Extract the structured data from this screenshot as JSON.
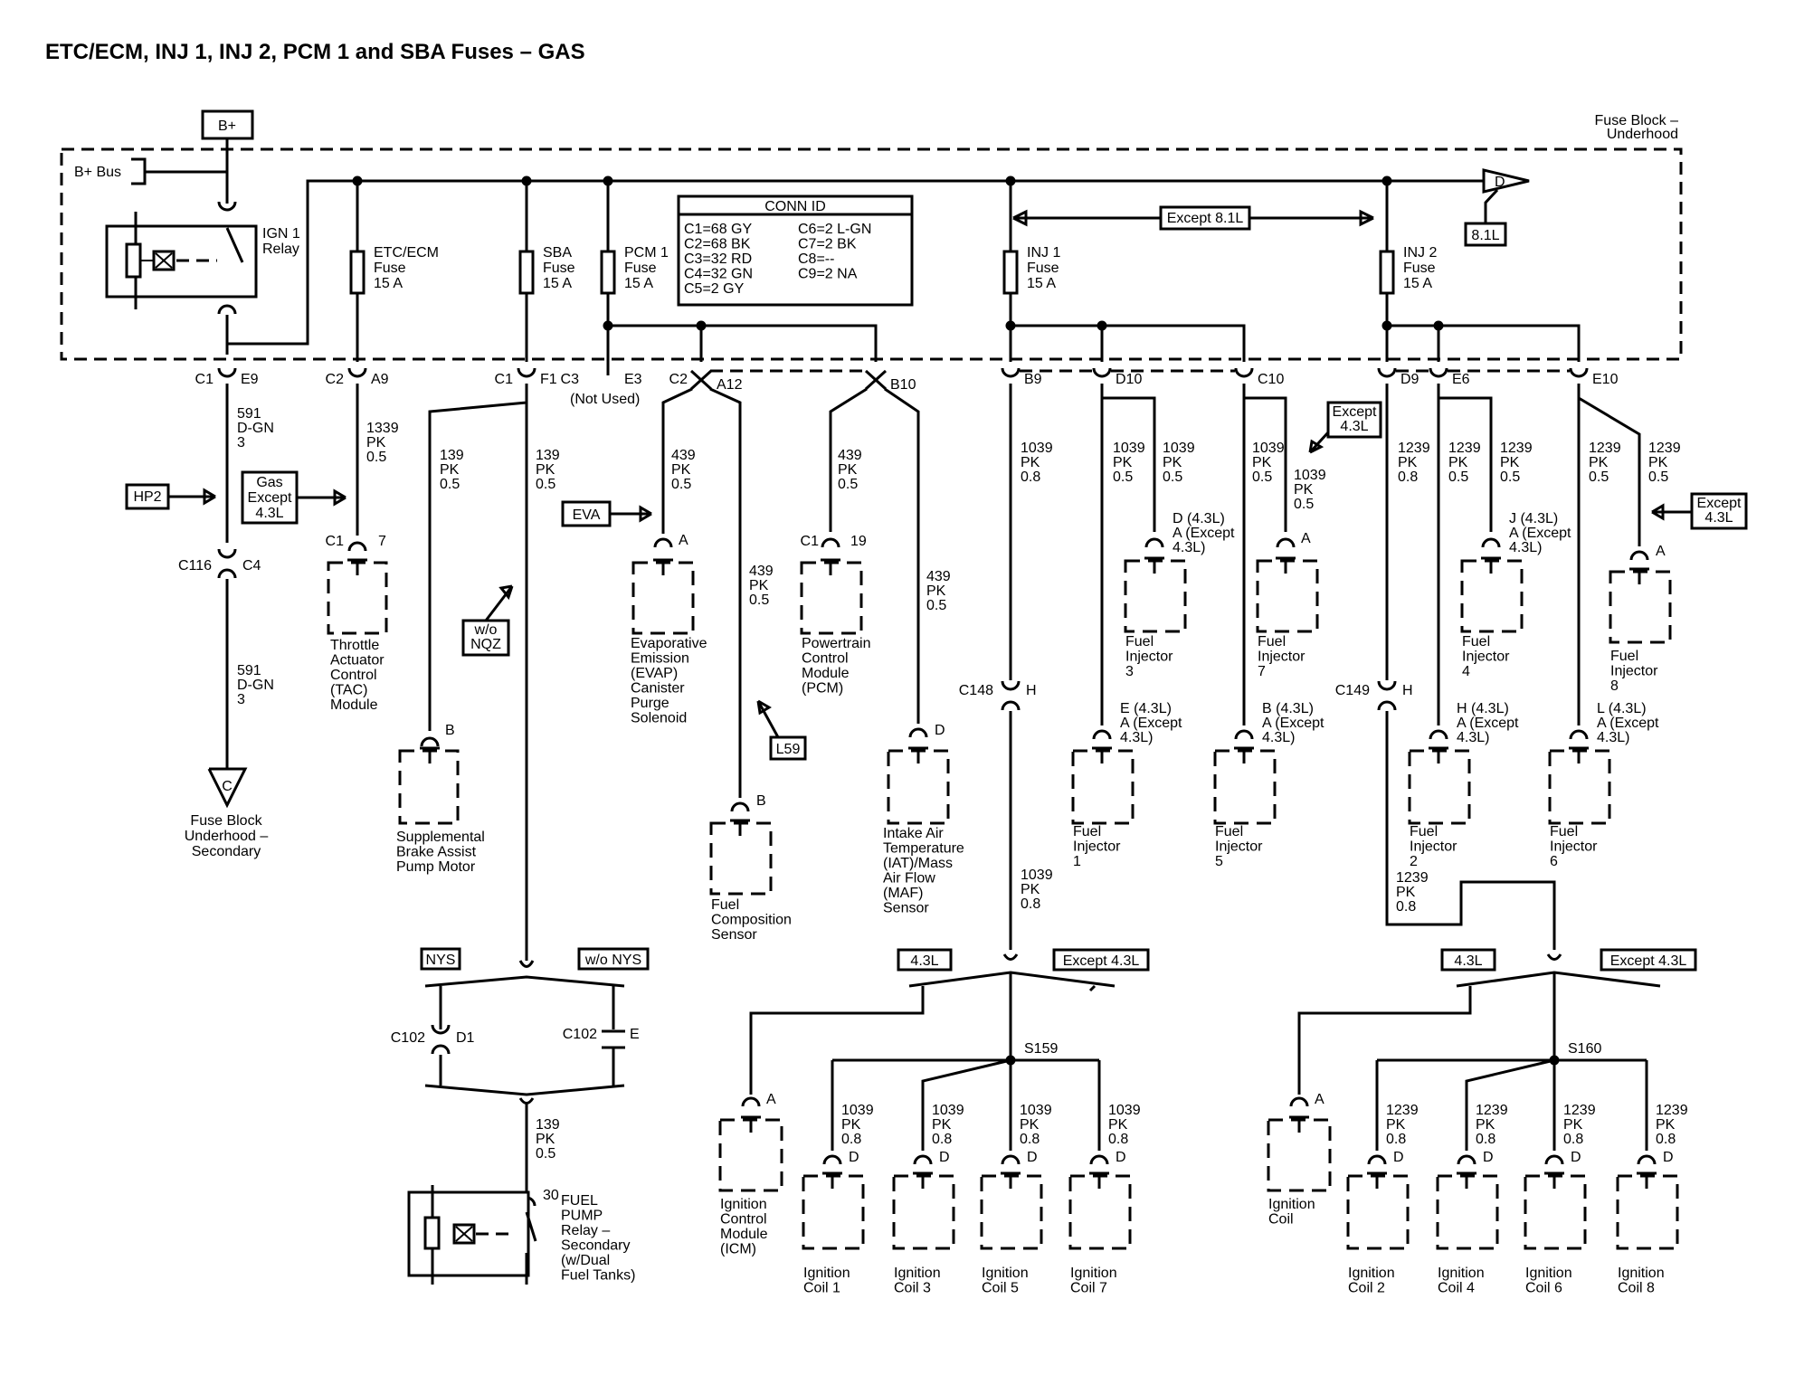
{
  "title": "ETC/ECM, INJ 1, INJ 2, PCM 1 and SBA Fuses – GAS",
  "header": {
    "bplus": "B+",
    "bbus": "B+ Bus",
    "fuse_block": [
      "Fuse Block –",
      "Underhood"
    ],
    "offpage_d": "D",
    "tag_81": "8.1L",
    "except81": "Except 8.1L",
    "relay": [
      "IGN 1",
      "Relay"
    ]
  },
  "conn_id": {
    "title": "CONN ID",
    "left": [
      "C1=68 GY",
      "C2=68 BK",
      "C3=32 RD",
      "C4=32 GN",
      "C5=2 GY"
    ],
    "right": [
      "C6=2 L-GN",
      "C7=2 BK",
      "C8=--",
      "C9=2 NA"
    ]
  },
  "fuses": [
    {
      "lines": [
        "ETC/ECM",
        "Fuse",
        "15 A"
      ]
    },
    {
      "lines": [
        "SBA",
        "Fuse",
        "15 A"
      ]
    },
    {
      "lines": [
        "PCM 1",
        "Fuse",
        "15 A"
      ]
    },
    {
      "lines": [
        "INJ 1",
        "Fuse",
        "15 A"
      ]
    },
    {
      "lines": [
        "INJ 2",
        "Fuse",
        "15 A"
      ]
    }
  ],
  "connectors": {
    "c1": "C1",
    "e9": "E9",
    "c2a": "C2",
    "a9": "A9",
    "c1b": "C1",
    "f1": "F1",
    "c3": "C3",
    "e3": "E3",
    "notused": "(Not Used)",
    "c2b": "C2",
    "a12": "A12",
    "b10": "B10",
    "b9": "B9",
    "d10": "D10",
    "c10": "C10",
    "d9": "D9",
    "e6": "E6",
    "e10": "E10",
    "c116": "C116",
    "c4": "C4",
    "c1_7": "C1",
    "p7": "7",
    "c1_19": "C1",
    "p19": "19",
    "c148": "C148",
    "h1": "H",
    "c149": "C149",
    "h2": "H",
    "c102a": "C102",
    "d1": "D1",
    "c102b": "C102",
    "e": "E",
    "p30": "30",
    "s159": "S159",
    "s160": "S160"
  },
  "wires": {
    "w591a": [
      "591",
      "D-GN",
      "3"
    ],
    "w1339": [
      "1339",
      "PK",
      "0.5"
    ],
    "w139a": [
      "139",
      "PK",
      "0.5"
    ],
    "w139b": [
      "139",
      "PK",
      "0.5"
    ],
    "w439a": [
      "439",
      "PK",
      "0.5"
    ],
    "w439b": [
      "439",
      "PK",
      "0.5"
    ],
    "w439c": [
      "439",
      "PK",
      "0.5"
    ],
    "w439d": [
      "439",
      "PK",
      "0.5"
    ],
    "w1039a": [
      "1039",
      "PK",
      "0.8"
    ],
    "w1039b": [
      "1039",
      "PK",
      "0.5"
    ],
    "w1039c": [
      "1039",
      "PK",
      "0.5"
    ],
    "w1039d": [
      "1039",
      "PK",
      "0.5"
    ],
    "w1039e": [
      "1039",
      "PK",
      "0.5"
    ],
    "w1239a": [
      "1239",
      "PK",
      "0.8"
    ],
    "w1239b": [
      "1239",
      "PK",
      "0.5"
    ],
    "w1239c": [
      "1239",
      "PK",
      "0.5"
    ],
    "w1239d": [
      "1239",
      "PK",
      "0.5"
    ],
    "w1239e": [
      "1239",
      "PK",
      "0.5"
    ],
    "w591b": [
      "591",
      "D-GN",
      "3"
    ],
    "w1039f": [
      "1039",
      "PK",
      "0.8"
    ],
    "w1239f": [
      "1239",
      "PK",
      "0.8"
    ],
    "w139c": [
      "139",
      "PK",
      "0.5"
    ],
    "ign_a": [
      [
        "1039",
        "PK",
        "0.8"
      ],
      [
        "1039",
        "PK",
        "0.8"
      ],
      [
        "1039",
        "PK",
        "0.8"
      ],
      [
        "1039",
        "PK",
        "0.8"
      ]
    ],
    "ign_b": [
      [
        "1239",
        "PK",
        "0.8"
      ],
      [
        "1239",
        "PK",
        "0.8"
      ],
      [
        "1239",
        "PK",
        "0.8"
      ],
      [
        "1239",
        "PK",
        "0.8"
      ]
    ]
  },
  "options": {
    "hp2": "HP2",
    "gas_except": [
      "Gas",
      "Except",
      "4.3L"
    ],
    "wo_nqz": [
      "w/o",
      "NQZ"
    ],
    "eva": "EVA",
    "l59": "L59",
    "except43a": [
      "Except",
      "4.3L"
    ],
    "except43b": [
      "Except",
      "4.3L"
    ],
    "nys": "NYS",
    "wo_nys": "w/o NYS",
    "l43a": "4.3L",
    "ex43a": "Except 4.3L",
    "l43b": "4.3L",
    "ex43b": "Except 4.3L"
  },
  "components": {
    "tac": [
      "Throttle",
      "Actuator",
      "Control",
      "(TAC)",
      "Module"
    ],
    "sba": [
      "Supplemental",
      "Brake Assist",
      "Pump Motor"
    ],
    "evap": [
      "Evaporative",
      "Emission",
      "(EVAP)",
      "Canister",
      "Purge",
      "Solenoid"
    ],
    "fcs": [
      "Fuel",
      "Composition",
      "Sensor"
    ],
    "pcm": [
      "Powertrain",
      "Control",
      "Module",
      "(PCM)"
    ],
    "iat": [
      "Intake Air",
      "Temperature",
      "(IAT)/Mass",
      "Air Flow",
      "(MAF)",
      "Sensor"
    ],
    "fuse_c": [
      "Fuse Block",
      "Underhood –",
      "Secondary"
    ],
    "offpage_c": "C",
    "fpr": [
      "FUEL",
      "PUMP",
      "Relay –",
      "Secondary",
      "(w/Dual",
      "Fuel Tanks)"
    ],
    "inj3": [
      "Fuel",
      "Injector",
      "3"
    ],
    "inj7": [
      "Fuel",
      "Injector",
      "7"
    ],
    "inj4": [
      "Fuel",
      "Injector",
      "4"
    ],
    "inj8": [
      "Fuel",
      "Injector",
      "8"
    ],
    "inj1": [
      "Fuel",
      "Injector",
      "1"
    ],
    "inj5": [
      "Fuel",
      "Injector",
      "5"
    ],
    "inj2": [
      "Fuel",
      "Injector",
      "2"
    ],
    "inj6": [
      "Fuel",
      "Injector",
      "6"
    ],
    "icm": [
      "Ignition",
      "Control",
      "Module",
      "(ICM)"
    ],
    "ign_coil": [
      "Ignition",
      "Coil"
    ],
    "coils_a": [
      [
        "Ignition",
        "Coil 1"
      ],
      [
        "Ignition",
        "Coil 3"
      ],
      [
        "Ignition",
        "Coil 5"
      ],
      [
        "Ignition",
        "Coil 7"
      ]
    ],
    "coils_b": [
      [
        "Ignition",
        "Coil 2"
      ],
      [
        "Ignition",
        "Coil 4"
      ],
      [
        "Ignition",
        "Coil 6"
      ],
      [
        "Ignition",
        "Coil 8"
      ]
    ]
  },
  "pins": {
    "inj3": [
      "D (4.3L)",
      "A (Except",
      "4.3L)"
    ],
    "inj4": [
      "J (4.3L)",
      "A (Except",
      "4.3L)"
    ],
    "inj1": [
      "E (4.3L)",
      "A (Except",
      "4.3L)"
    ],
    "inj5": [
      "B (4.3L)",
      "A (Except",
      "4.3L)"
    ],
    "inj2": [
      "H (4.3L)",
      "A (Except",
      "4.3L)"
    ],
    "inj6": [
      "L (4.3L)",
      "A (Except",
      "4.3L)"
    ],
    "a": "A",
    "b": "B",
    "d": "D"
  }
}
